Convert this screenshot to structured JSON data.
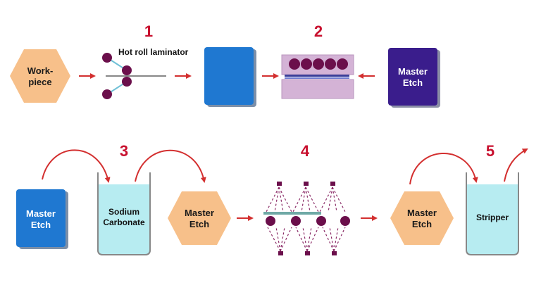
{
  "steps": [
    "1",
    "2",
    "3",
    "4",
    "5"
  ],
  "labels": {
    "workpiece_line1": "Work-",
    "workpiece_line2": "piece",
    "laminator": "Hot roll laminator",
    "master_etch_line1": "Master",
    "master_etch_line2": "Etch",
    "sodium_line1": "Sodium",
    "sodium_line2": "Carbonate",
    "stripper": "Stripper"
  },
  "colors": {
    "hexagon": "#f7c08a",
    "blue_block": "#1f78d1",
    "purple_block": "#3a1d8c",
    "liquid": "#b7ecf1",
    "press": "#d4b3d6",
    "roller": "#6b0f4b",
    "arrow": "#c8102e",
    "step_number": "#c8102e",
    "film": "#6fa9a6"
  }
}
